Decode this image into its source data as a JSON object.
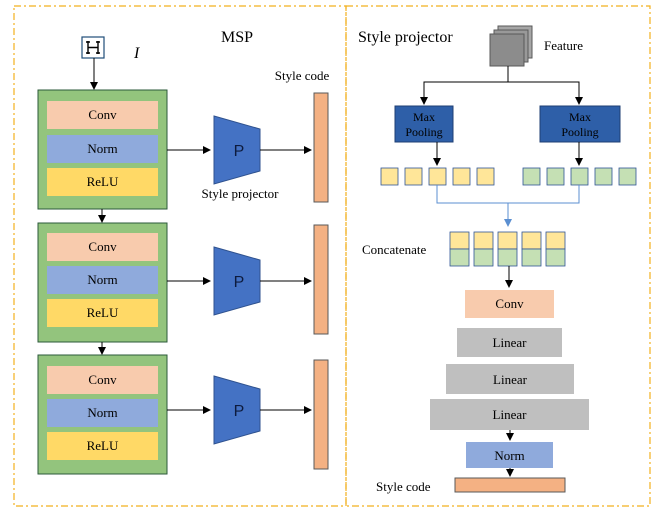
{
  "msp": {
    "title": "MSP",
    "input_label": "I",
    "input_icon": "image-input-icon",
    "style_code_label": "Style code",
    "projector_label": "Style projector",
    "projector_glyph": "P",
    "blocks": [
      {
        "layers": [
          "Conv",
          "Norm",
          "ReLU"
        ]
      },
      {
        "layers": [
          "Conv",
          "Norm",
          "ReLU"
        ]
      },
      {
        "layers": [
          "Conv",
          "Norm",
          "ReLU"
        ]
      }
    ]
  },
  "projector": {
    "title": "Style projector",
    "feature_label": "Feature",
    "pool_left": [
      "Max",
      "Pooling"
    ],
    "pool_right": [
      "Max",
      "Pooling"
    ],
    "concat_label": "Concatenate",
    "conv_label": "Conv",
    "linear_labels": [
      "Linear",
      "Linear",
      "Linear"
    ],
    "norm_label": "Norm",
    "style_code_label": "Style code"
  },
  "colors": {
    "border_dash": "#f2b01e",
    "block_bg": "#93c47d",
    "conv": "#f8cbad",
    "norm": "#8faadc",
    "relu": "#ffd966",
    "projector": "#4472c4",
    "style_code": "#f4b183",
    "feature": "#8c8c8c",
    "pool": "#2e5fa8",
    "cell_yellow": "#ffe699",
    "cell_green": "#c5e0b4",
    "linear": "#bfbfbf",
    "arrow": "#000000",
    "arrow_blue": "#5b8fd1"
  }
}
